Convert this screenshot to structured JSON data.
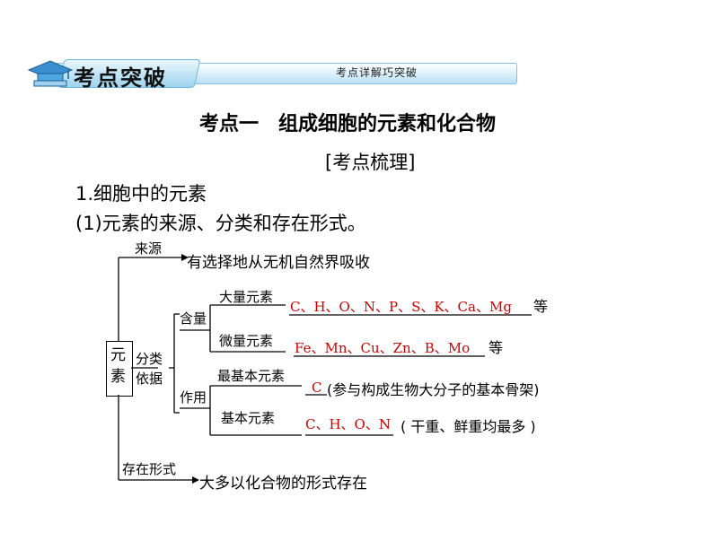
{
  "banner": {
    "title": "考点突破",
    "subtitle": "考点详解巧突破"
  },
  "heading": {
    "main": "考点一　组成细胞的元素和化合物",
    "bracket": "[考点梳理]"
  },
  "section": {
    "p1": "1.细胞中的元素",
    "p2": "(1)元素的来源、分类和存在形式。"
  },
  "diagram": {
    "root": "元素",
    "source_label": "来源",
    "source_text": "有选择地从无机自然界吸收",
    "basis_label": "分类依据",
    "content_label": "含量",
    "major_label": "大量元素",
    "major_answer": "C、H、O、N、P、S、K、Ca、Mg",
    "major_suffix": "等",
    "trace_label": "微量元素",
    "trace_answer": "Fe、Mn、Cu、Zn、B、Mo",
    "trace_suffix": "等",
    "function_label": "作用",
    "most_basic_label": "最基本元素",
    "most_basic_answer": "C",
    "most_basic_suffix": "(参与构成生物大分子的基本骨架)",
    "basic_label": "基本元素",
    "basic_answer": "C、H、O、N",
    "basic_suffix": "( 干重、鲜重均最多 )",
    "form_label": "存在形式",
    "form_text": "大多以化合物的形式存在",
    "answer_color": "#d00000"
  }
}
